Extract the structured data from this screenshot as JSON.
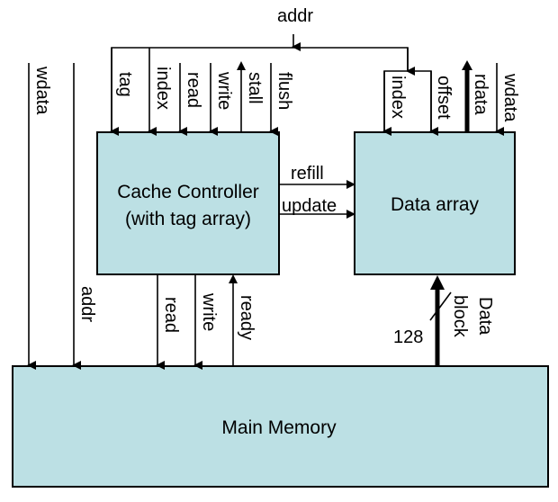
{
  "blocks": {
    "cache_controller": {
      "line1": "Cache Controller",
      "line2": "(with tag array)"
    },
    "data_array": {
      "label": "Data array"
    },
    "main_memory": {
      "label": "Main Memory"
    }
  },
  "signals": {
    "top_addr": "addr",
    "cc_tag": "tag",
    "cc_index": "index",
    "cc_read": "read",
    "cc_write": "write",
    "cc_stall": "stall",
    "cc_flush": "flush",
    "da_index": "index",
    "da_offset": "offset",
    "da_rdata": "rdata",
    "da_wdata": "wdata",
    "left_wdata": "wdata",
    "left_addr": "addr",
    "refill": "refill",
    "update": "update",
    "mem_read": "read",
    "mem_write": "write",
    "mem_ready": "ready",
    "data_block_line1": "Data",
    "data_block_line2": "block",
    "bus_width": "128"
  },
  "colors": {
    "block_fill": "#BCE0E4"
  }
}
